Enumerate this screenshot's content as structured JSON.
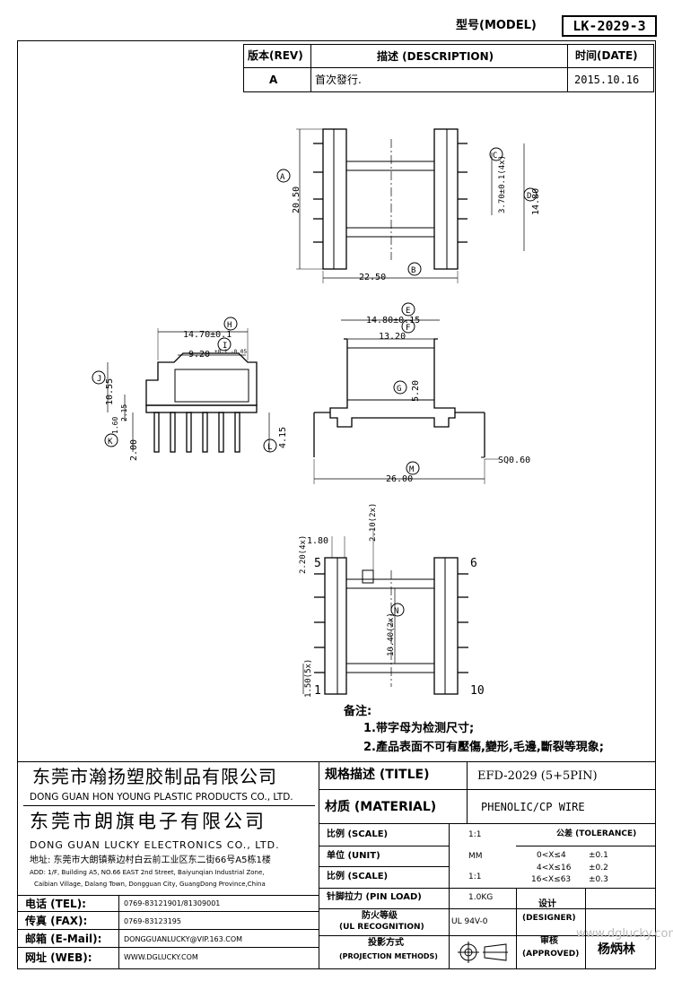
{
  "header": {
    "model_label": "型号(MODEL)",
    "model_value": "LK-2029-3",
    "rev_header": "版本(REV)",
    "desc_header": "描述 (DESCRIPTION)",
    "date_header": "时间(DATE)",
    "rev_value": "A",
    "desc_value": "首次發行.",
    "date_value": "2015.10.16"
  },
  "top_view": {
    "width": "22.50",
    "height": "20.50",
    "pitch": "3.70±0.1(4x)",
    "depth": "14.80",
    "circle_a": "A",
    "circle_b": "B",
    "circle_c": "C",
    "circle_d": "D"
  },
  "side_view": {
    "w1": "14.70±0.1",
    "w2": "9.20",
    "w2_tol": "+0.1 -0.05",
    "h_total": "10.55",
    "h1": "2.15",
    "h2": "1.60",
    "h3": "2.00",
    "pin_len": "4.15",
    "circle_h": "H",
    "circle_i": "I",
    "circle_j": "J",
    "circle_k": "K",
    "circle_l": "L"
  },
  "front_view": {
    "w1": "14.80±0.15",
    "w2": "13.20",
    "h": "5.20",
    "total": "26.00",
    "pin_sq": "SQ0.60",
    "circle_e": "E",
    "circle_f": "F",
    "circle_g": "G",
    "circle_m": "M"
  },
  "bottom_view": {
    "d1": "1.80",
    "d2": "2.20(4x)",
    "d3": "2.10(2x)",
    "d4": "10.40(2x)",
    "d5": "1.50(5x)",
    "pin5": "5",
    "pin6": "6",
    "pin1": "1",
    "pin10": "10",
    "circle_n": "N"
  },
  "notes": {
    "title": "备注:",
    "n1": "1.带字母为检测尺寸;",
    "n2": "2.產品表面不可有壓傷,變形,毛邊,斷裂等現象;"
  },
  "company": {
    "cn1": "东莞市瀚扬塑胶制品有限公司",
    "en1": "DONG GUAN HON YOUNG PLASTIC PRODUCTS CO., LTD.",
    "cn2": "东莞市朗旗电子有限公司",
    "en2": "DONG GUAN LUCKY ELECTRONICS CO., LTD.",
    "addr_cn": "地址: 东莞市大朗镇蔡边村白云前工业区东二街66号A5栋1楼",
    "addr_en1": "ADD: 1/F, Building A5, NO.66 EAST 2nd Street, Baiyunqian Industrial Zone,",
    "addr_en2": "Caibian Village, Dalang Town, Dongguan City, GuangDong Province,China"
  },
  "contact": {
    "tel_label": "电话 (TEL):",
    "tel_value": "0769-83121901/81309001",
    "fax_label": "传真 (FAX):",
    "fax_value": "0769-83123195",
    "mail_label": "邮箱 (E-Mail):",
    "mail_value": "DONGGUANLUCKY@VIP.163.COM",
    "web_label": "网址 (WEB):",
    "web_value": "WWW.DGLUCKY.COM"
  },
  "spec": {
    "title_label": "规格描述 (TITLE)",
    "title_value": "EFD-2029 (5+5PIN)",
    "material_label": "材质 (MATERIAL)",
    "material_value": "PHENOLIC/CP WIRE",
    "scale_label": "比例 (SCALE)",
    "scale_value": "1:1",
    "tolerance_label": "公差 (TOLERANCE)",
    "unit_label": "单位 (UNIT)",
    "unit_value": "MM",
    "tol1": "0<X≤4",
    "tol1v": "±0.1",
    "tol2": "4<X≤16",
    "tol2v": "±0.2",
    "tol3": "16<X≤63",
    "tol3v": "±0.3",
    "scale2_label": "比例 (SCALE)",
    "scale2_value": "1:1",
    "pinload_label": "针脚拉力 (PIN LOAD)",
    "pinload_value": "1.0KG",
    "designer_label": "设计",
    "designer_label_en": "(DESIGNER)",
    "ul_label": "防火等级",
    "ul_label_en": "(UL RECOGNITION)",
    "ul_value": "UL 94V-0",
    "approved_label": "审核",
    "approved_label_en": "(APPROVED)",
    "approver": "杨炳林",
    "proj_label": "投影方式",
    "proj_label_en": "(PROJECTION METHODS)",
    "watermark": "www.dglucky.com"
  }
}
